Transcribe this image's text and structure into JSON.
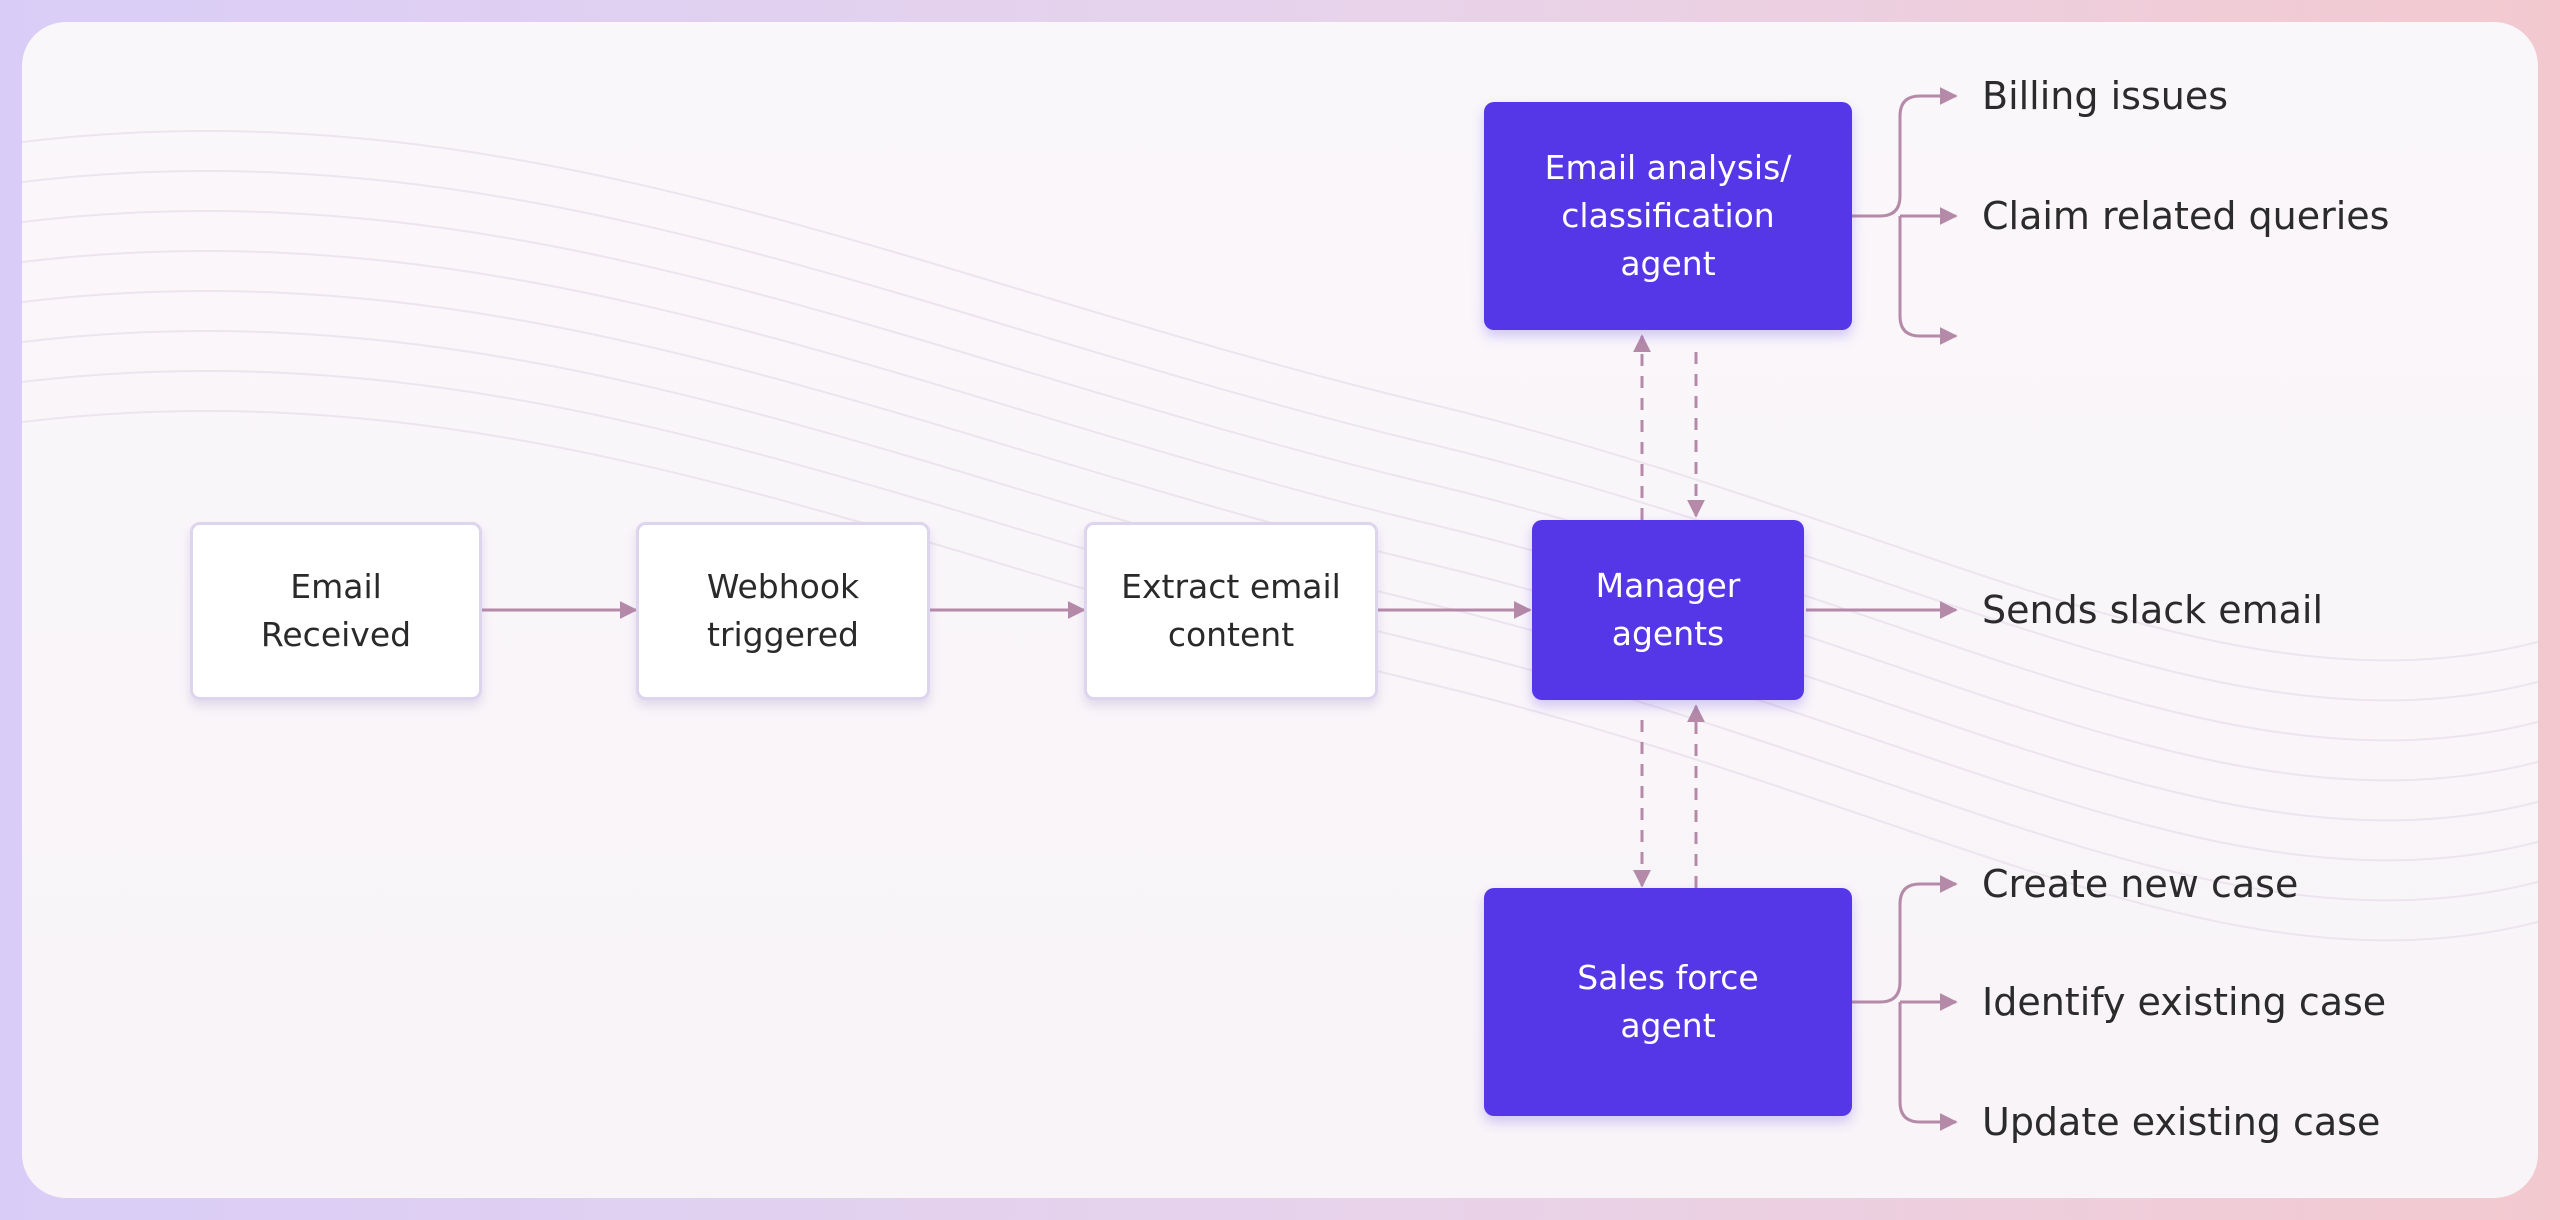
{
  "colors": {
    "agent_fill": "#5637e8",
    "step_fill": "#ffffff",
    "connector": "#b58aa8",
    "text": "#2b2b2b"
  },
  "nodes": {
    "email_received": {
      "line1": "Email",
      "line2": "Received"
    },
    "webhook": {
      "line1": "Webhook",
      "line2": "triggered"
    },
    "extract": {
      "line1": "Extract email",
      "line2": "content"
    },
    "manager": {
      "line1": "Manager",
      "line2": "agents"
    },
    "classification": {
      "line1": "Email analysis/",
      "line2": "classification",
      "line3": "agent"
    },
    "salesforce": {
      "line1": "Sales force",
      "line2": "agent"
    }
  },
  "outputs": {
    "classification": [
      "Billing issues",
      "Claim related queries"
    ],
    "manager": "Sends slack email",
    "salesforce": [
      "Create new case",
      "Identify existing case",
      "Update existing case"
    ]
  }
}
